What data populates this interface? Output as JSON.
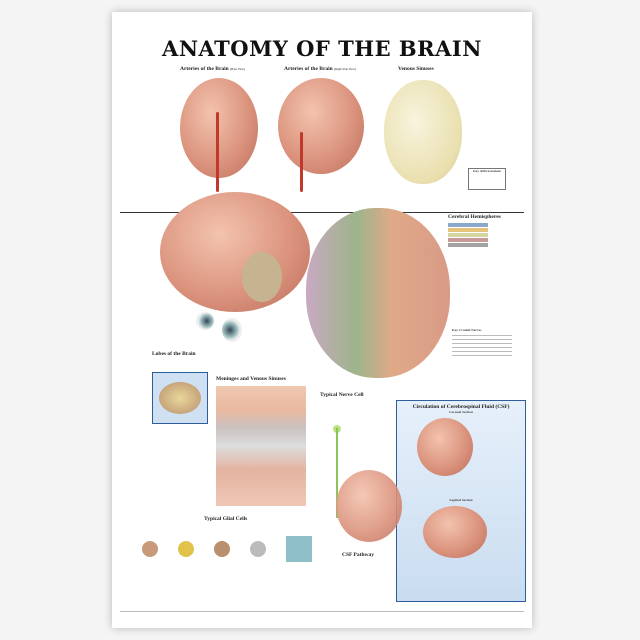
{
  "poster": {
    "title": "ANATOMY OF THE BRAIN",
    "sections": {
      "arteries_base": "Arteries of the Brain",
      "arteries_base_note": "(Base View)",
      "arteries_side": "Arteries of the Brain",
      "arteries_side_note": "(Right Side View)",
      "venous_sinuses": "Venous Sinuses",
      "key_abbreviations": "Key Abbreviations",
      "cerebral_hemispheres": "Cerebral Hemispheres",
      "key_cranial_nerves": "Key Cranial Nerves",
      "lobes": "Lobes of the Brain",
      "meninges": "Meninges and Venous Sinuses",
      "nerve_cell": "Typical Nerve Cell",
      "glial_cells": "Typical Glial Cells",
      "csf_circulation": "Circulation of Cerebrospinal Fluid (CSF)",
      "coronal_section": "Coronal Section",
      "sagittal_section": "Sagittal Section",
      "csf_pathway": "CSF Pathway"
    },
    "colors": {
      "brain": "#d9907a",
      "artery": "#c0392b",
      "csf_box": "#2f5e9e"
    }
  }
}
